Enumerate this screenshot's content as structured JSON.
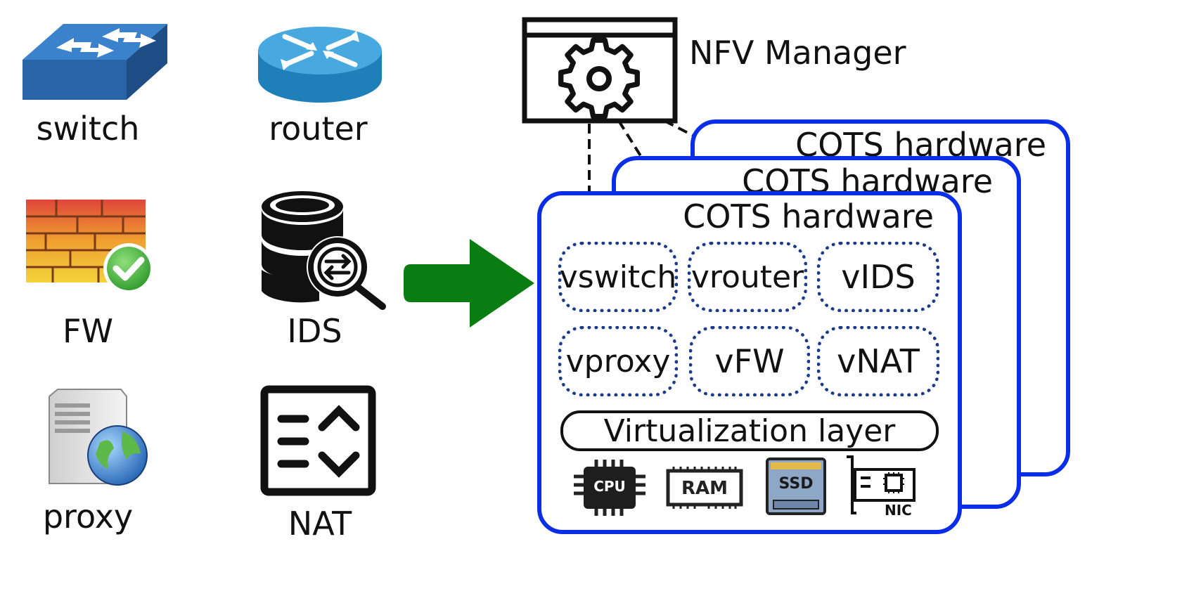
{
  "legacy": {
    "switch_label": "switch",
    "router_label": "router",
    "fw_label": "FW",
    "ids_label": "IDS",
    "proxy_label": "proxy",
    "nat_label": "NAT"
  },
  "manager": {
    "label": "NFV Manager"
  },
  "hardware": {
    "back_title": "COTS hardware",
    "middle_title": "COTS hardware",
    "front_title": "COTS hardware"
  },
  "vnfs": {
    "vswitch": "vswitch",
    "vrouter": "vrouter",
    "vids": "vIDS",
    "vproxy": "vproxy",
    "vfw": "vFW",
    "vnat": "vNAT"
  },
  "virtualization": {
    "label": "Virtualization layer"
  },
  "resources": {
    "cpu": "CPU",
    "ram": "RAM",
    "ssd": "SSD",
    "nic": "NIC"
  },
  "colors": {
    "hardware_border": "#0a2ee8",
    "vnf_border": "#1a3a8c",
    "arrow": "#0a7d12",
    "switch": "#2d6db5",
    "router": "#2f8fcf"
  }
}
